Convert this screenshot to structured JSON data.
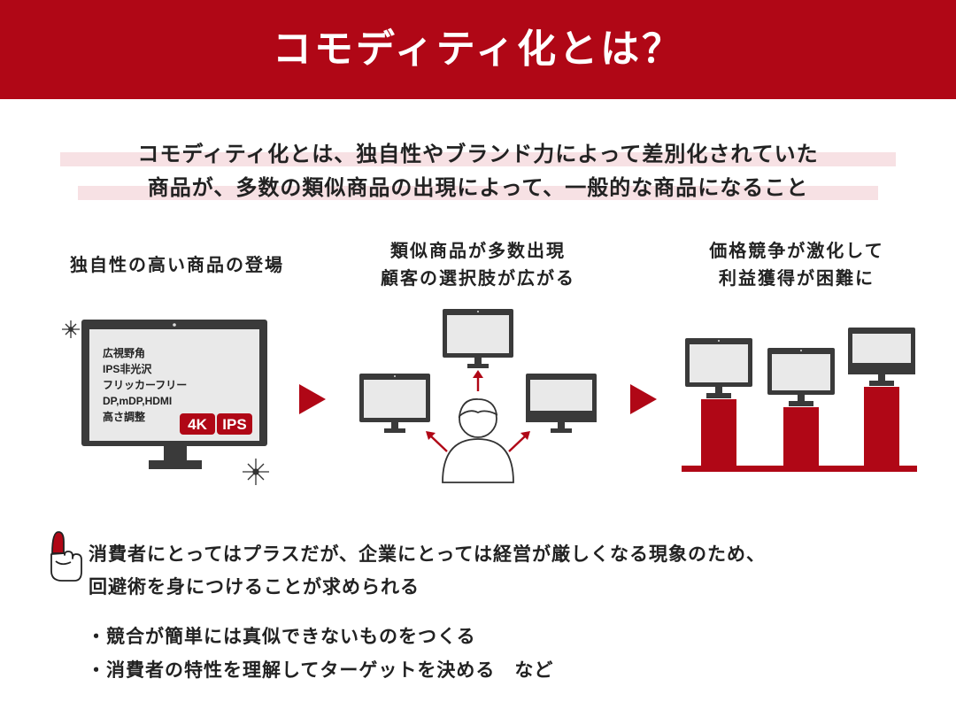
{
  "header": {
    "title": "コモディティ化とは？"
  },
  "definition": {
    "line1": "コモディティ化とは、独自性やブランド力によって差別化されていた",
    "line2": "商品が、多数の類似商品の出現によって、一般的な商品になること"
  },
  "steps": [
    {
      "line1": "独自性の高い商品の登場",
      "line2": ""
    },
    {
      "line1": "類似商品が多数出現",
      "line2": "顧客の選択肢が広がる"
    },
    {
      "line1": "価格競争が激化して",
      "line2": "利益獲得が困難に"
    }
  ],
  "monitor_specs": [
    "広視野角",
    "IPS非光沢",
    "フリッカーフリー",
    "DP,mDP,HDMI",
    "高さ調整"
  ],
  "monitor_badges": [
    "4K",
    "IPS"
  ],
  "note": {
    "line1": "消費者にとってはプラスだが、企業にとっては経営が厳しくなる現象のため、",
    "line2": "回避術を身につけることが求められる"
  },
  "bullets": [
    "・競合が簡単には真似できないものをつくる",
    "・消費者の特性を理解してターゲットを決める　など"
  ],
  "colors": {
    "accent": "#b00716",
    "highlight": "#f7e1e4",
    "monitor_frame": "#3a3a3a",
    "screen": "#e9e9e9"
  },
  "icons": [
    "sparkle-icon",
    "arrow-right-icon",
    "person-icon",
    "pointing-hand-icon"
  ]
}
